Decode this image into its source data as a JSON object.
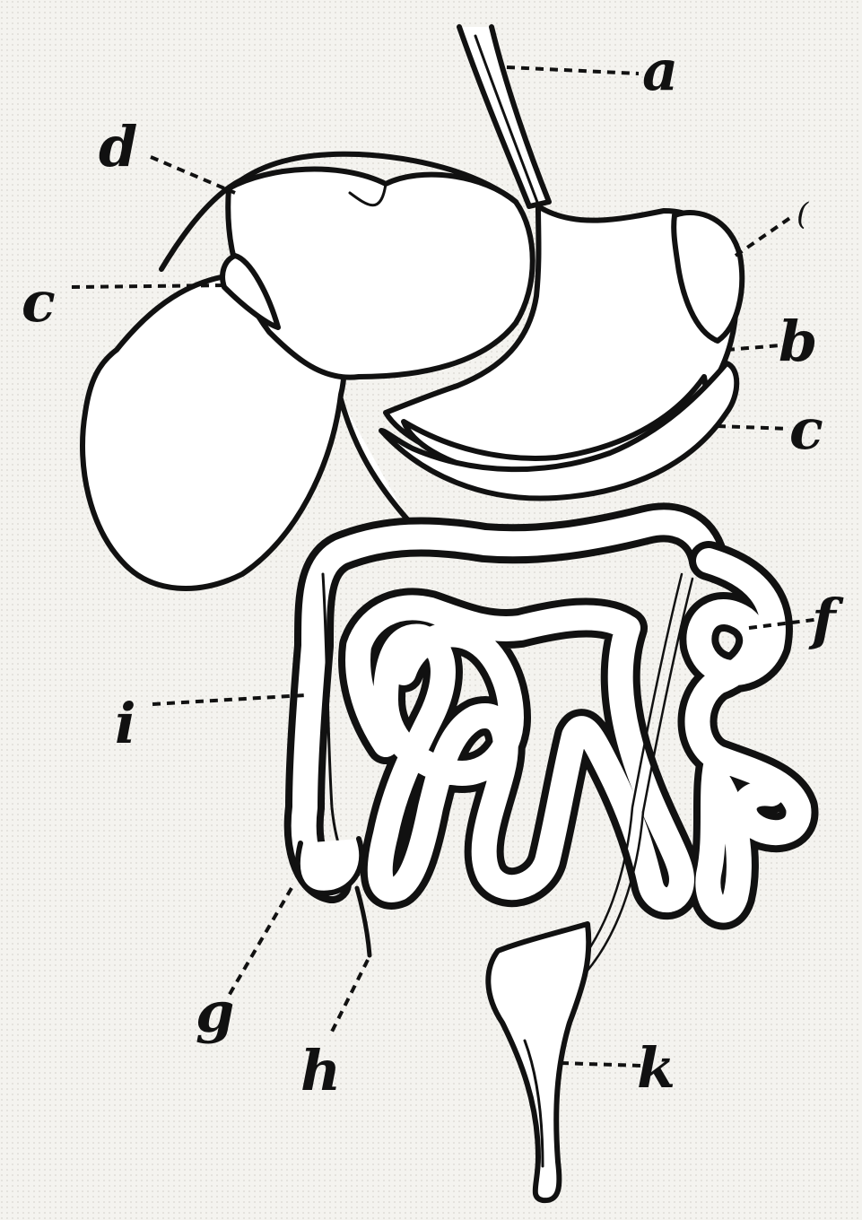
{
  "labels": {
    "a": "a",
    "b": "b",
    "c_left": "c",
    "c_right": "c",
    "d": "d",
    "f": "f",
    "g": "g",
    "h": "h",
    "i": "i",
    "k": "k",
    "top_right_mark": "("
  },
  "colors": {
    "ink": "#111111",
    "paper": "#f4f3ef",
    "organ_fill": "#ffffff"
  }
}
